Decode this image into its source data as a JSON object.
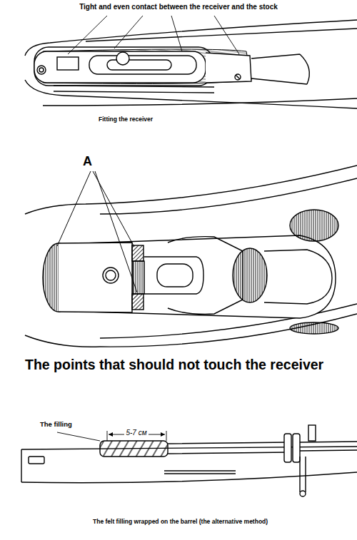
{
  "diagram": {
    "labels": [
      "Tight and even contact between the receiver and the stock",
      "Fitting the receiver",
      "A",
      "The points that should not touch the receiver",
      "The filling",
      "5-7 см",
      "The felt filling wrapped on the barrel (the alternative method)"
    ]
  }
}
